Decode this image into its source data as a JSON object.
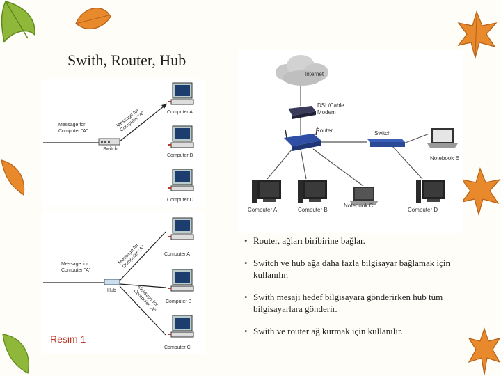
{
  "slide": {
    "title": "Swith, Router, Hub",
    "caption": "Resim 1",
    "bullets": [
      "Router, ağları biribirine bağlar.",
      "Switch ve hub ağa daha fazla bilgisayar bağlamak için kullanılır.",
      "Swith mesajı hedef bilgisayara gönderirken hub tüm bilgisayarlara gönderir.",
      "Swith ve router ağ kurmak için kullanılır."
    ]
  },
  "switch_diagram": {
    "message_l1": "Message for",
    "message_l2": "Computer \"A\"",
    "device": "Switch",
    "forward_l1": "Message for",
    "forward_l2": "Computer \"A\"",
    "computers": [
      "Computer A",
      "Computer B",
      "Computer C"
    ]
  },
  "hub_diagram": {
    "message_l1": "Message for",
    "message_l2": "Computer \"A\"",
    "device": "Hub",
    "forward_l1": "Message for",
    "forward_l2": "Computer \"A\"",
    "computers": [
      "Computer A",
      "Computer B",
      "Computer C"
    ]
  },
  "network_diagram": {
    "internet": "Internet",
    "modem_l1": "DSL/Cable",
    "modem_l2": "Modem",
    "router": "Router",
    "switch": "Switch",
    "nodes": [
      "Computer A",
      "Computer B",
      "Notebook C",
      "Computer D",
      "Notebook E"
    ]
  },
  "colors": {
    "leaf_orange": "#e8892b",
    "leaf_green": "#8fb83a",
    "accent_red": "#c0392b",
    "router_blue": "#2e4fa3"
  }
}
